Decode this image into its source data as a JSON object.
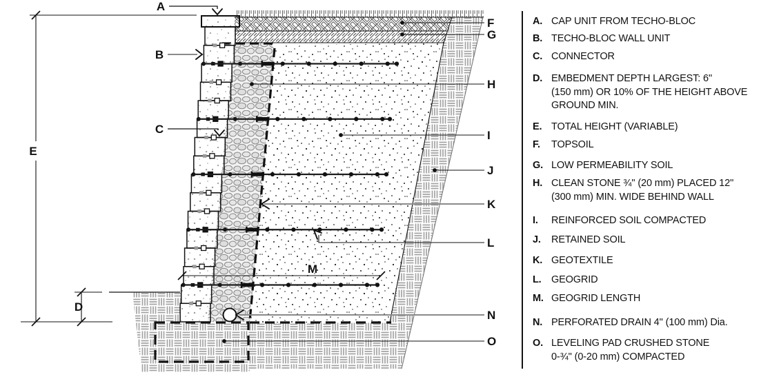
{
  "drawing": {
    "callouts": {
      "A": "A",
      "B": "B",
      "C": "C",
      "D": "D",
      "E": "E",
      "F": "F",
      "G": "G",
      "H": "H",
      "I": "I",
      "J": "J",
      "K": "K",
      "L": "L",
      "M": "M",
      "N": "N",
      "O": "O"
    }
  },
  "legend": {
    "items": [
      {
        "key": "A.",
        "text": "CAP UNIT FROM TECHO-BLOC"
      },
      {
        "key": "B.",
        "text": "TECHO-BLOC WALL UNIT"
      },
      {
        "key": "C.",
        "text": "CONNECTOR"
      },
      {
        "key": "D.",
        "text": "EMBEDMENT DEPTH LARGEST: 6''\n(150 mm) OR 10% OF THE HEIGHT ABOVE\nGROUND MIN."
      },
      {
        "key": "E.",
        "text": "TOTAL HEIGHT (VARIABLE)"
      },
      {
        "key": "F.",
        "text": "TOPSOIL"
      },
      {
        "key": "G.",
        "text": "LOW PERMEABILITY SOIL"
      },
      {
        "key": "H.",
        "text": "CLEAN STONE ¾'' (20 mm) PLACED 12''\n(300 mm) MIN. WIDE BEHIND WALL"
      },
      {
        "key": "I.",
        "text": "REINFORCED SOIL COMPACTED"
      },
      {
        "key": "J.",
        "text": "RETAINED SOIL"
      },
      {
        "key": "K.",
        "text": "GEOTEXTILE"
      },
      {
        "key": "L.",
        "text": "GEOGRID"
      },
      {
        "key": "M.",
        "text": "GEOGRID LENGTH"
      },
      {
        "key": "N.",
        "text": "PERFORATED DRAIN 4'' (100 mm) Dia."
      },
      {
        "key": "O.",
        "text": "LEVELING PAD CRUSHED STONE\n0-¾'' (0-20 mm) COMPACTED"
      }
    ]
  }
}
